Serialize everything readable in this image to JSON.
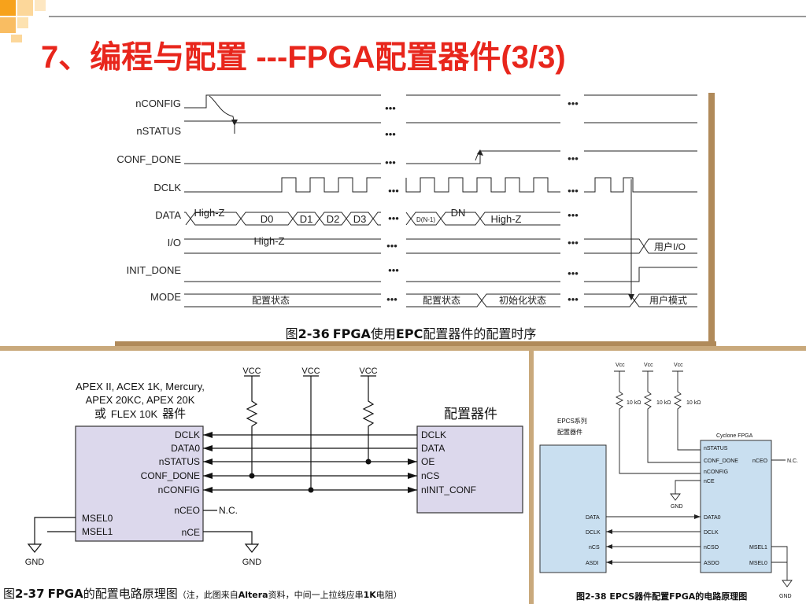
{
  "slide": {
    "title": "7、编程与配置 ---FPGA配置器件(3/3)",
    "colors": {
      "title": "#e8261c",
      "accent_orange": "#f7a21b",
      "frame_brown": "#b08a5a",
      "chip_fill": "#dcd8ec",
      "chip_fill_small": "#c9dff0"
    }
  },
  "timing": {
    "signals": [
      "nCONFIG",
      "nSTATUS",
      "CONF_DONE",
      "DCLK",
      "DATA",
      "I/O",
      "INIT_DONE",
      "MODE"
    ],
    "data_values": [
      "High-Z",
      "D0",
      "D1",
      "D2",
      "D3",
      "D(N-1)",
      "DN",
      "High-Z"
    ],
    "io_values": [
      "High-Z",
      "用户I/O"
    ],
    "mode_values": [
      "配置状态",
      "配置状态",
      "初始化状态",
      "用户模式"
    ],
    "ellipsis": "•••",
    "caption_prefix": "图",
    "caption_number": "2-36",
    "caption_text_1": "FPGA",
    "caption_text_2": "使用",
    "caption_text_3": "EPC",
    "caption_text_4": "配置器件的配置时序"
  },
  "circuit37": {
    "fpga_label_1": "APEX II, ACEX 1K, Mercury,",
    "fpga_label_2": "APEX 20KC, APEX 20K",
    "fpga_label_3a": "或",
    "fpga_label_3b": "FLEX 10K",
    "fpga_label_3c": "器件",
    "device_label": "配置器件",
    "vcc": "VCC",
    "fpga_pins": [
      "DCLK",
      "DATA0",
      "nSTATUS",
      "CONF_DONE",
      "nCONFIG",
      "nCEO",
      "MSEL0",
      "MSEL1",
      "nCE"
    ],
    "device_pins": [
      "DCLK",
      "DATA",
      "OE",
      "nCS",
      "nINIT_CONF"
    ],
    "nc": "N.C.",
    "gnd": "GND",
    "caption_prefix": "图",
    "caption_number": "2-37",
    "caption_fpga": "FPGA",
    "caption_main": "的配置电路原理图",
    "caption_note_1": "（注，此图来自",
    "caption_note_altera": "Altera",
    "caption_note_2": "资料，中间一上拉线应串",
    "caption_note_1k": "1K",
    "caption_note_3": "电阻）"
  },
  "circuit38": {
    "epcs_label_1": "EPCS系列",
    "epcs_label_2": "配置器件",
    "fpga_label": "Cyclone FPGA",
    "vcc": "Vcc",
    "resistor": "10 kΩ",
    "fpga_pins": [
      "nSTATUS",
      "CONF_DONE",
      "nCEO",
      "nCONFIG",
      "nCE",
      "DATA0",
      "DCLK",
      "nCSO",
      "MSEL1",
      "ASDO",
      "MSEL0"
    ],
    "epcs_pins": [
      "DATA",
      "DCLK",
      "nCS",
      "ASDI"
    ],
    "nc": "N.C.",
    "gnd": "GND",
    "caption": "图2-38 EPCS器件配置FPGA的电路原理图"
  }
}
